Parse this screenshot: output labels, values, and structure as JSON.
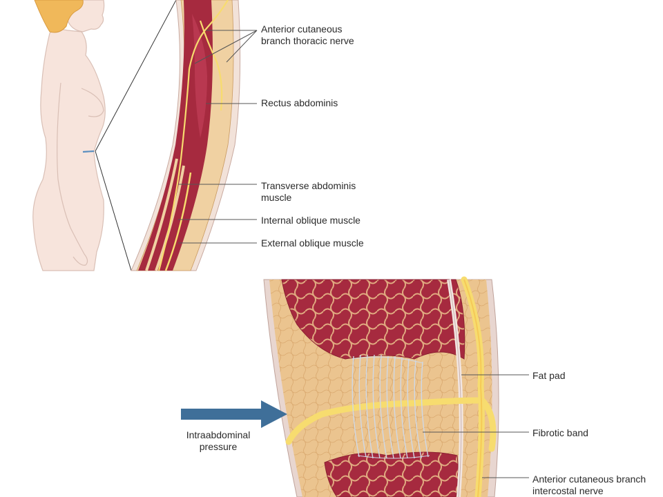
{
  "top_panel": {
    "labels": {
      "anterior_cutaneous": [
        "Anterior cutaneous",
        "branch thoracic nerve"
      ],
      "rectus": [
        "Rectus abdominis"
      ],
      "transverse": [
        "Transverse abdominis",
        "muscle"
      ],
      "internal_oblique": [
        "Internal oblique muscle"
      ],
      "external_oblique": [
        "External oblique muscle"
      ]
    }
  },
  "bottom_panel": {
    "labels": {
      "fat_pad": [
        "Fat pad"
      ],
      "fibrotic_band": [
        "Fibrotic band"
      ],
      "intercostal": [
        "Anterior cutaneous branch",
        "intercostal nerve"
      ],
      "pressure": [
        "Intraabdominal",
        "pressure"
      ]
    }
  },
  "colors": {
    "skin": "#f7e4dc",
    "hair": "#f0b85a",
    "muscle": "#a62a3f",
    "fat": "#e9c089",
    "fat_light": "#f0d1a2",
    "nerve": "#f7dc6f",
    "fascia": "#f0e4e0",
    "arrow": "#3f6f99",
    "leader": "#555555",
    "marker": "#5a8fc0"
  }
}
